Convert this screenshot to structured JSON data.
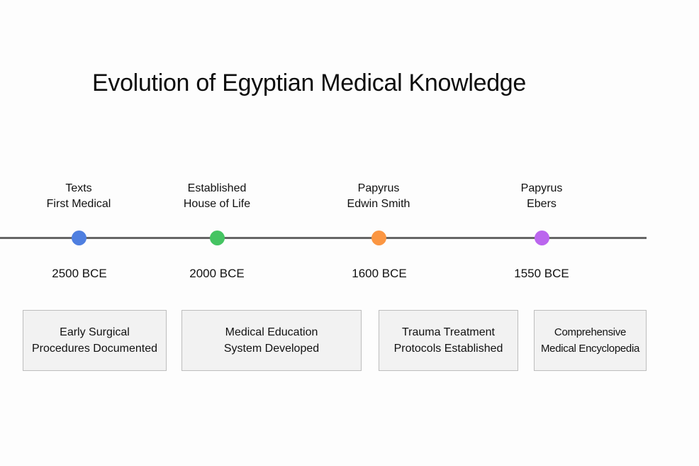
{
  "title": "Evolution of Egyptian Medical Knowledge",
  "timeline": {
    "axis_color": "#666666",
    "events": [
      {
        "line1": "Texts",
        "line2": "First Medical",
        "date": "2500 BCE",
        "color": "#4f7fe0",
        "box_line1": "Early Surgical",
        "box_line2": "Procedures Documented"
      },
      {
        "line1": "Established",
        "line2": "House of Life",
        "date": "2000 BCE",
        "color": "#45c462",
        "box_line1": "Medical Education",
        "box_line2": "System Developed"
      },
      {
        "line1": "Papyrus",
        "line2": "Edwin Smith",
        "date": "1600 BCE",
        "color": "#fb9642",
        "box_line1": "Trauma Treatment",
        "box_line2": "Protocols Established"
      },
      {
        "line1": "Papyrus",
        "line2": "Ebers",
        "date": "1550 BCE",
        "color": "#bb66ee",
        "box_line1": "Comprehensive",
        "box_line2": "Medical Encyclopedia"
      }
    ]
  }
}
